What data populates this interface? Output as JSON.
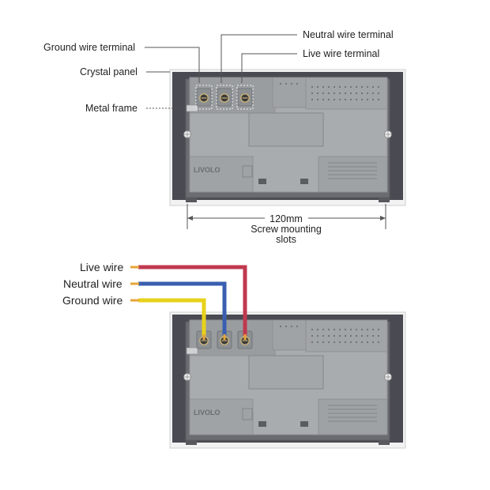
{
  "labels": {
    "ground_wire_terminal": "Ground wire terminal",
    "neutral_wire_terminal": "Neutral wire terminal",
    "live_wire_terminal": "Live wire terminal",
    "crystal_panel": "Crystal panel",
    "metal_frame": "Metal frame",
    "dimension": "120mm",
    "screw_line1": "Screw mounting",
    "screw_line2": "slots",
    "live_wire": "Live wire",
    "neutral_wire": "Neutral wire",
    "ground_wire": "Ground wire"
  },
  "colors": {
    "panel": "#4a4a52",
    "frame": "#d9d9db",
    "module": "#a9acaf",
    "module_dark": "#9a9da0",
    "live": "#c0394f",
    "neutral": "#3a5fb0",
    "ground": "#e8d21a",
    "copper": "#e8a43a"
  }
}
